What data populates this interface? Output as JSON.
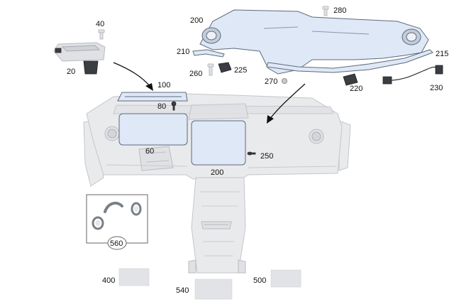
{
  "callouts": {
    "c20": "20",
    "c40": "40",
    "c60": "60",
    "c80": "80",
    "c100": "100",
    "c200_top": "200",
    "c200_display": "200",
    "c210": "210",
    "c215": "215",
    "c220": "220",
    "c225": "225",
    "c230": "230",
    "c250": "250",
    "c260": "260",
    "c270": "270",
    "c280": "280",
    "c400": "400",
    "c500": "500",
    "c540": "540",
    "c560": "560"
  },
  "colors": {
    "highlight": "#dfe8f6",
    "part_grey": "#e9eaec",
    "dark_part": "#3a3d42"
  }
}
